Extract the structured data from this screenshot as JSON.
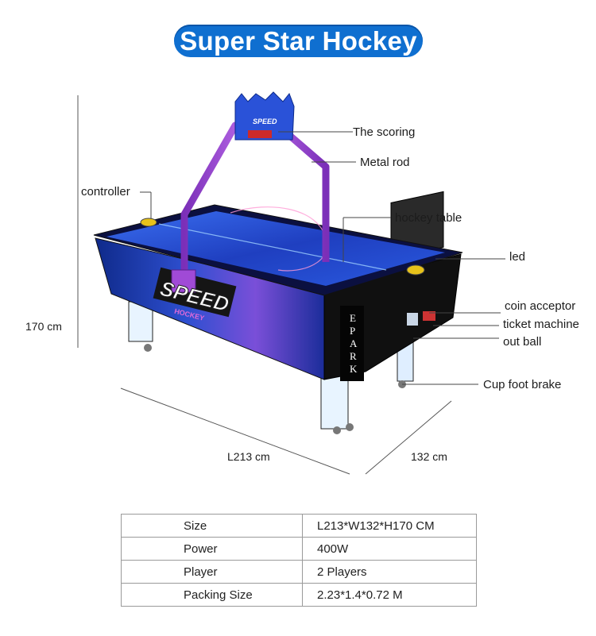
{
  "title": "Super Star Hockey",
  "callouts": {
    "scoring": "The scoring",
    "metal_rod": "Metal rod",
    "controller": "controller",
    "hockey_table": "hockey table",
    "led": "led",
    "coin_acceptor": "coin acceptor",
    "ticket_machine": "ticket machine",
    "out_ball": "out ball",
    "cup_foot_brake": "Cup foot  brake"
  },
  "dimensions": {
    "height": "170 cm",
    "length": "L213 cm",
    "width": "132 cm"
  },
  "table_branding": {
    "speed": "SPEED",
    "hockey": "HOCKEY",
    "brand": "EPARK"
  },
  "specs": [
    {
      "key": "Size",
      "value": "L213*W132*H170 CM"
    },
    {
      "key": "Power",
      "value": "400W"
    },
    {
      "key": "Player",
      "value": "2 Players"
    },
    {
      "key": "Packing Size",
      "value": "2.23*1.4*0.72  M"
    }
  ],
  "colors": {
    "title_bg": "#0f6fd0",
    "rod": "#9a3fd1",
    "table_blue": "#1e46c8",
    "cabinet_black": "#111111"
  }
}
